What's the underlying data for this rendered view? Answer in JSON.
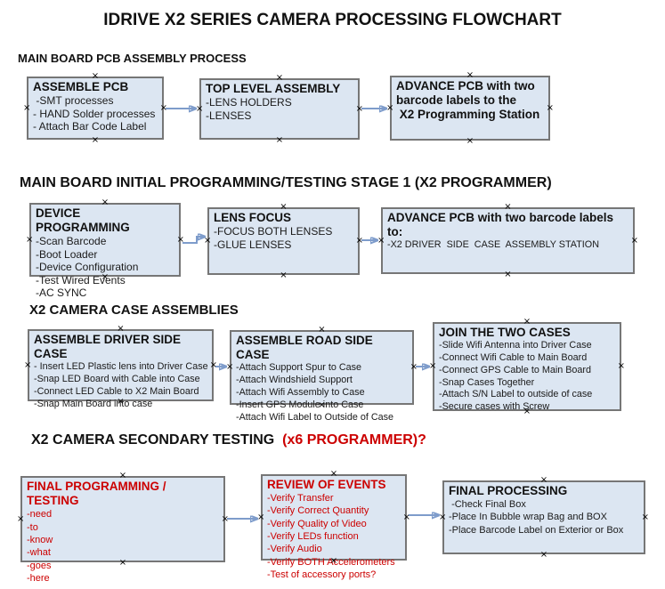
{
  "title": "IDRIVE X2  SERIES CAMERA PROCESSING FLOWCHART",
  "icons": {
    "anchor_handle": "×"
  },
  "colors": {
    "box_fill": "#dce6f2",
    "box_border": "#767676",
    "arrow_line": "#7e9ccb",
    "arrow_head": "#2f4f7f",
    "red_text": "#cc0000",
    "black_text": "#111111"
  },
  "sections": [
    {
      "header": "MAIN BOARD PCB ASSEMBLY PROCESS",
      "boxes": [
        {
          "title": "ASSEMBLE PCB",
          "items": [
            " -SMT processes",
            "- HAND Solder processes",
            "- Attach Bar Code Label"
          ]
        },
        {
          "title": "TOP LEVEL ASSEMBLY",
          "items": [
            "-LENS HOLDERS",
            "-LENSES"
          ]
        },
        {
          "title": "ADVANCE PCB with two\nbarcode labels to the\n X2 Programming Station",
          "items": []
        }
      ]
    },
    {
      "header": "MAIN BOARD INITIAL PROGRAMMING/TESTING STAGE 1 (X2 PROGRAMMER)",
      "boxes": [
        {
          "title": "DEVICE PROGRAMMING",
          "items": [
            "-Scan Barcode",
            "-Boot Loader",
            "-Device Configuration",
            "-Test Wired Events",
            "-AC SYNC"
          ]
        },
        {
          "title": "LENS FOCUS",
          "items": [
            "-FOCUS BOTH LENSES",
            "-GLUE LENSES"
          ]
        },
        {
          "title": "ADVANCE PCB with two barcode labels to:",
          "items": [
            "-X2 DRIVER  SIDE  CASE  ASSEMBLY STATION"
          ]
        }
      ]
    },
    {
      "header": "X2 CAMERA CASE ASSEMBLIES",
      "boxes": [
        {
          "title": "ASSEMBLE DRIVER SIDE CASE",
          "items": [
            "- Insert LED Plastic lens into Driver Case",
            "-Snap LED Board with Cable into Case",
            "-Connect LED Cable to X2 Main Board",
            "-Snap Main Board into case"
          ]
        },
        {
          "title": "ASSEMBLE ROAD SIDE CASE",
          "items": [
            "-Attach Support Spur to Case",
            "-Attach Windshield Support",
            "-Attach Wifi Assembly to Case",
            "-Insert GPS Module into Case",
            "-Attach Wifi Label to Outside of Case"
          ]
        },
        {
          "title": "JOIN THE TWO CASES",
          "items": [
            "-Slide Wifi Antenna into Driver Case",
            "-Connect Wifi Cable to Main Board",
            "-Connect GPS Cable to Main Board",
            "-Snap Cases Together",
            "-Attach S/N Label to outside of case",
            "-Secure cases with Screw"
          ]
        }
      ]
    },
    {
      "header_black": "X2 CAMERA SECONDARY TESTING ",
      "header_red": " (x6 PROGRAMMER)?",
      "boxes": [
        {
          "title": "FINAL PROGRAMMING / TESTING",
          "items": [
            "-need",
            "-to",
            "-know",
            "-what",
            "-goes",
            "-here"
          ]
        },
        {
          "title": "REVIEW OF EVENTS",
          "items": [
            "-Verify Transfer",
            "-Verify Correct Quantity",
            "-Verify Quality of Video",
            "-Verify LEDs function",
            "-Verify Audio",
            "-Verify BOTH Accelerometers",
            "-Test of accessory ports?"
          ]
        },
        {
          "title": "FINAL PROCESSING",
          "items": [
            " -Check Final Box",
            "-Place In Bubble wrap Bag and BOX",
            "-Place Barcode Label on Exterior or Box"
          ]
        }
      ]
    }
  ]
}
